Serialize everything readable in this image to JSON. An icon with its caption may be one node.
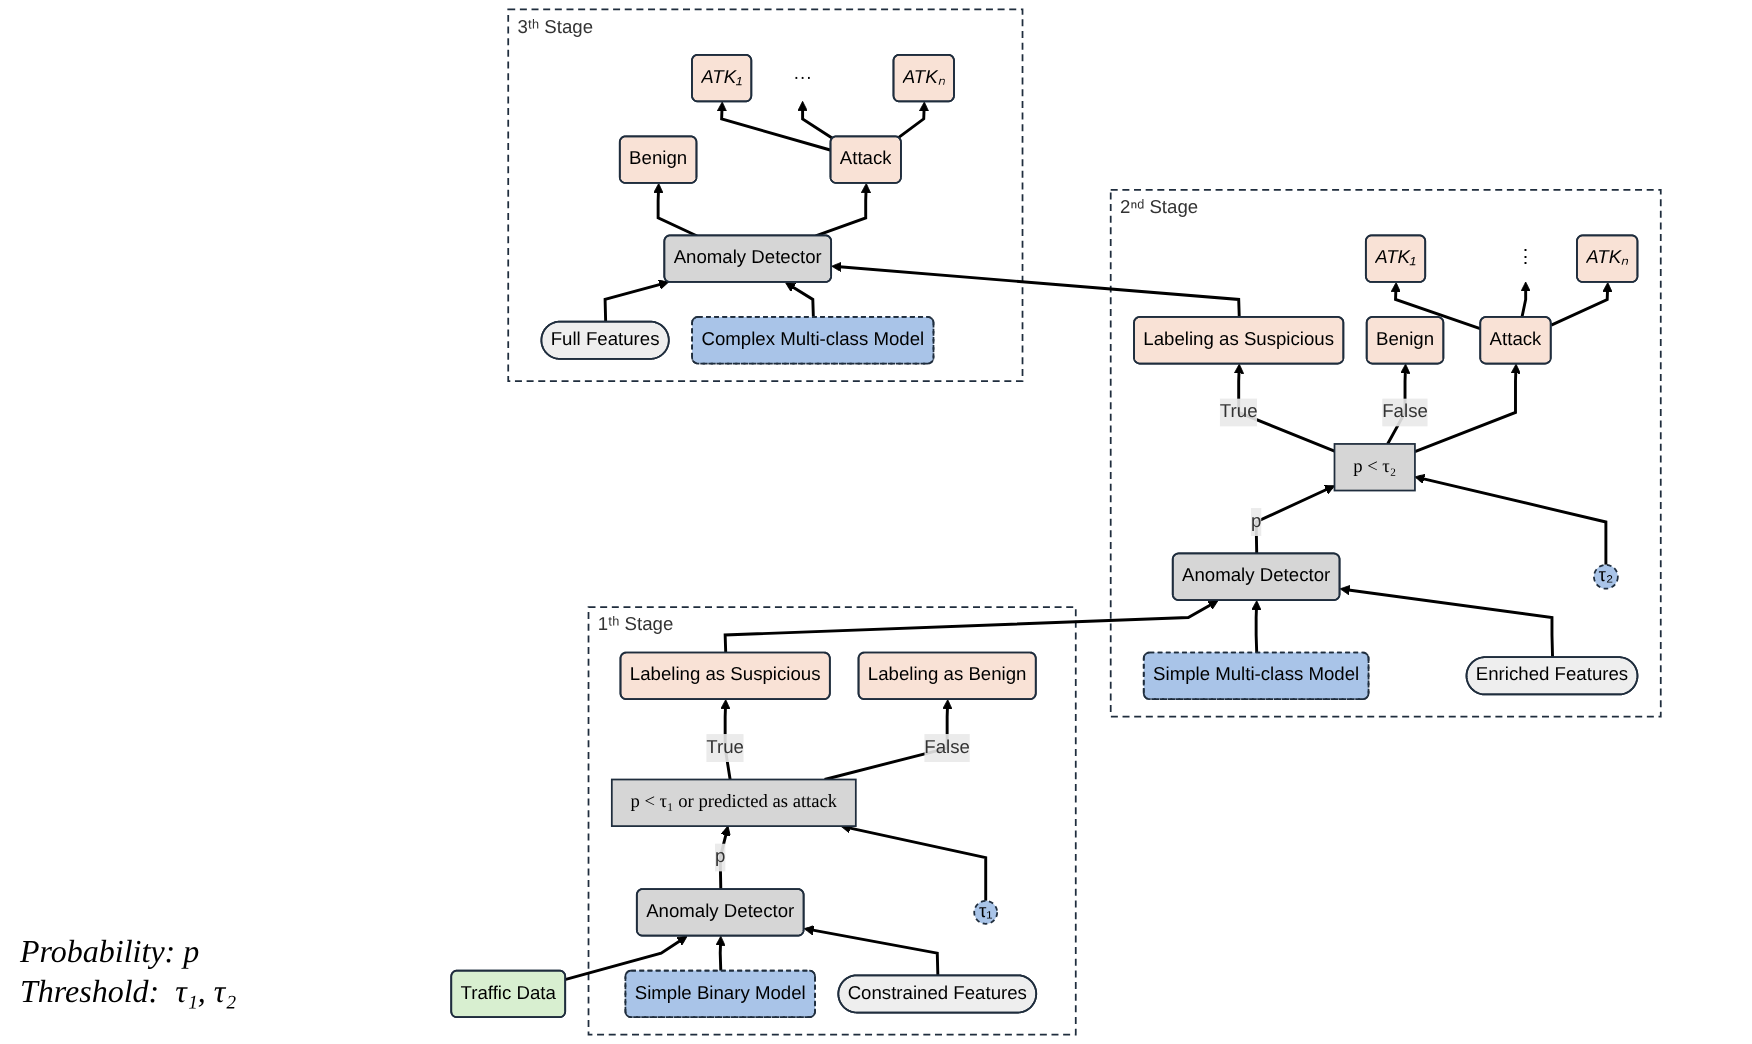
{
  "diagram": {
    "nodes": [
      {
        "text": [
          "2ⁿᵈ Stage"
        ]
      },
      {
        "text": [
          "Labeling as Suspicious"
        ],
        "in": 0
      },
      {
        "text": [
          "τ₂"
        ],
        "in": 0
      },
      {
        "text": [
          "p < τ₂"
        ],
        "in": 0
      },
      {
        "text": [
          "Benign"
        ],
        "in": 0
      },
      {
        "text": [
          "Attack"
        ],
        "in": 0
      },
      {
        "text": [
          "ATK₁"
        ],
        "in": 0
      },
      {
        "text": [
          "⋮"
        ],
        "in": 0
      },
      {
        "text": [
          "ATKₙ"
        ],
        "in": 0
      },
      {
        "text": [
          "Simple Multi-class Model"
        ],
        "in": 0
      },
      {
        "text": [
          "Anomaly Detector"
        ],
        "in": 0
      },
      {
        "text": [
          "Enriched Features"
        ],
        "in": 0
      },
      {
        "text": [
          "1ᵗʰ Stage"
        ]
      },
      {
        "text": [
          "Labeling as Suspicious"
        ],
        "in": 12
      },
      {
        "text": [
          "τ₁"
        ],
        "in": 12
      },
      {
        "text": [
          "p < τ₁ or predicted as attack"
        ],
        "in": 12
      },
      {
        "text": [
          "Labeling as Benign"
        ],
        "in": 12
      },
      {
        "text": [
          "Simple Binary Model"
        ],
        "in": 12
      },
      {
        "text": [
          "Anomaly Detector"
        ],
        "in": 12
      },
      {
        "text": [
          "Constrained Features"
        ],
        "in": 12
      },
      {
        "text": [
          "Traffic Data"
        ]
      },
      {
        "text": [
          "3ᵗʰ Stage"
        ]
      },
      {
        "text": [
          "Anomaly Detector"
        ],
        "in": 21
      },
      {
        "text": [
          "Full Features"
        ],
        "in": 21
      },
      {
        "text": [
          "Complex Multi-class Model"
        ],
        "in": 21
      },
      {
        "text": [
          "Benign"
        ],
        "in": 21
      },
      {
        "text": [
          "Attack"
        ],
        "in": 21
      },
      {
        "text": [
          "ATK₁"
        ],
        "in": 21
      },
      {
        "text": [
          "···"
        ],
        "in": 21
      },
      {
        "text": [
          "ATKₙ"
        ],
        "in": 21
      }
    ],
    "edges": [
      {
        "from": 20,
        "to": 18,
        "arrow": "to"
      },
      {
        "from": 17,
        "to": 18,
        "arrow": "to"
      },
      {
        "from": 19,
        "to": 18,
        "arrow": "to"
      },
      {
        "from": 18,
        "to": 15,
        "arrow": "to",
        "label": "p"
      },
      {
        "from": 14,
        "to": 15,
        "arrow": "to"
      },
      {
        "from": 15,
        "to": 13,
        "arrow": "to",
        "label": "True"
      },
      {
        "from": 15,
        "to": 16,
        "arrow": "to",
        "label": "False"
      },
      {
        "from": 13,
        "to": 10,
        "arrow": "to"
      },
      {
        "from": 9,
        "to": 10,
        "arrow": "to"
      },
      {
        "from": 11,
        "to": 10,
        "arrow": "to"
      },
      {
        "from": 10,
        "to": 3,
        "arrow": "to",
        "label": "p"
      },
      {
        "from": 2,
        "to": 3,
        "arrow": "to"
      },
      {
        "from": 3,
        "to": 1,
        "arrow": "to",
        "label": "True"
      },
      {
        "from": 3,
        "to": 4,
        "arrow": "to",
        "label": "False"
      },
      {
        "from": 3,
        "to": 5,
        "arrow": "to"
      },
      {
        "from": 5,
        "to": 6,
        "arrow": "to"
      },
      {
        "from": 5,
        "to": 7,
        "arrow": "to"
      },
      {
        "from": 5,
        "to": 8,
        "arrow": "to"
      },
      {
        "from": 1,
        "to": 22,
        "arrow": "to"
      },
      {
        "from": 23,
        "to": 22,
        "arrow": "to"
      },
      {
        "from": 24,
        "to": 22,
        "arrow": "to"
      },
      {
        "from": 22,
        "to": 25,
        "arrow": "to"
      },
      {
        "from": 22,
        "to": 26,
        "arrow": "to"
      },
      {
        "from": 26,
        "to": 27,
        "arrow": "to"
      },
      {
        "from": 26,
        "to": 28,
        "arrow": "to"
      },
      {
        "from": 26,
        "to": 29,
        "arrow": "to"
      }
    ],
    "labels": [
      "Probability: p",
      "Threshold:  τ₁, τ₂"
    ]
  }
}
